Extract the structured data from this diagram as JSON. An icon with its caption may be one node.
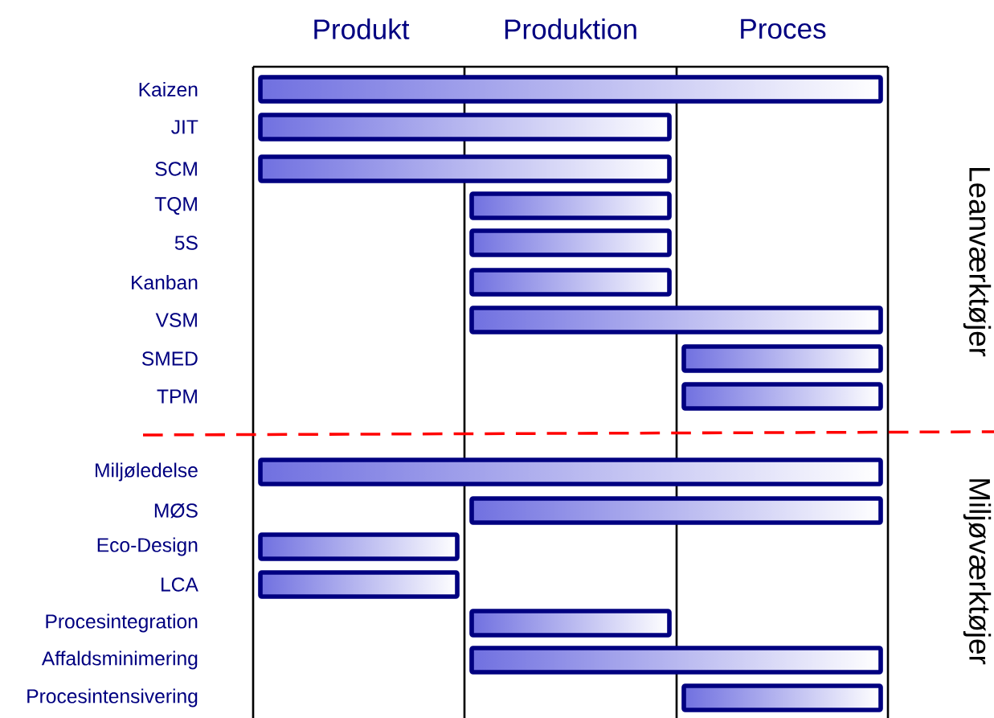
{
  "diagram": {
    "nodes": [
      {
        "text": [],
        "shape": "bar"
      },
      {
        "text": [],
        "shape": "bar"
      },
      {
        "text": [],
        "shape": "bar"
      },
      {
        "text": [],
        "shape": "bar"
      },
      {
        "text": [],
        "shape": "bar"
      },
      {
        "text": [],
        "shape": "bar"
      },
      {
        "text": [],
        "shape": "bar"
      },
      {
        "text": [],
        "shape": "bar"
      },
      {
        "text": [],
        "shape": "bar"
      },
      {
        "text": [],
        "shape": "bar"
      },
      {
        "text": [],
        "shape": "bar"
      },
      {
        "text": [],
        "shape": "bar"
      },
      {
        "text": [],
        "shape": "bar"
      },
      {
        "text": [],
        "shape": "bar"
      },
      {
        "text": [],
        "shape": "bar"
      },
      {
        "text": [],
        "shape": "bar"
      }
    ],
    "labels": [
      "Produkt",
      "Produktion",
      "Proces",
      "Kaizen",
      "JIT",
      "SCM",
      "TQM",
      "5S",
      "Kanban",
      "VSM",
      "SMED",
      "TPM",
      "Miljøledelse",
      "MØS",
      "Eco-Design",
      "LCA",
      "Procesintegration",
      "Affaldsminimering",
      "Procesintensivering",
      "Leanværktøjer",
      "Miljøværktøjer"
    ]
  }
}
